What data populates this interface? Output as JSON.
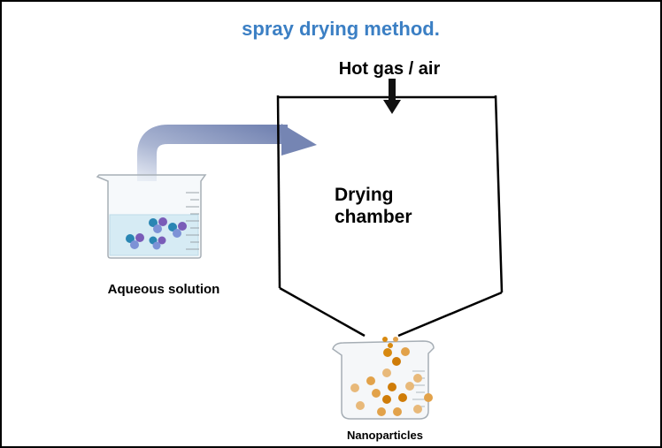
{
  "title": "spray drying method.",
  "labels": {
    "hot_gas": "Hot gas / air",
    "chamber_line1": "Drying",
    "chamber_line2": "chamber",
    "aqueous": "Aqueous solution",
    "nanoparticles": "Nanoparticles"
  },
  "colors": {
    "title": "#3b7fc4",
    "arrow": "#7f8fb8",
    "solution": "#bfe3f0",
    "particle": "#e29a2c"
  }
}
